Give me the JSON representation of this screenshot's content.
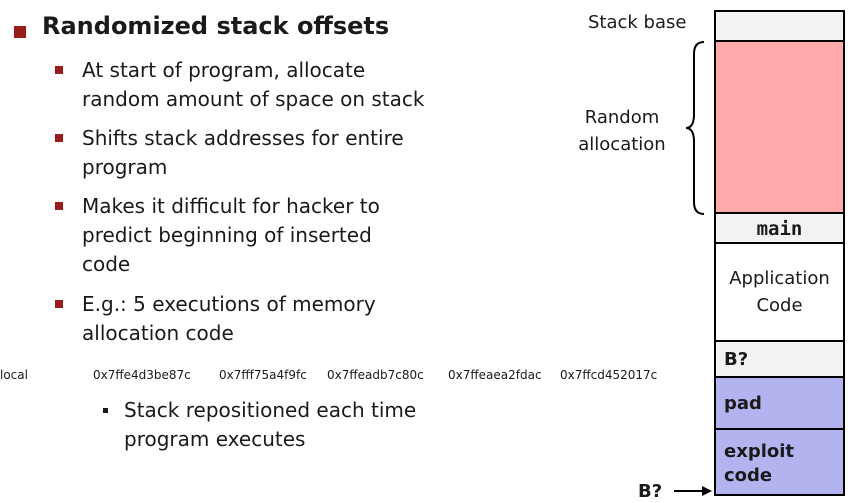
{
  "title": "Randomized stack offsets",
  "bullets": [
    {
      "lines": [
        "At start of program, allocate",
        "random amount of space on stack"
      ]
    },
    {
      "lines": [
        "Shifts stack addresses for entire",
        "program"
      ]
    },
    {
      "lines": [
        "Makes it difficult for hacker to",
        "predict beginning of inserted",
        "code"
      ]
    },
    {
      "lines": [
        "E.g.: 5 executions of memory",
        "allocation code"
      ]
    }
  ],
  "table": {
    "label": "local",
    "values": [
      "0x7ffe4d3be87c",
      "0x7fff75a4f9fc",
      "0x7ffeadb7c80c",
      "0x7ffeaea2fdac",
      "0x7ffcd452017c"
    ]
  },
  "sub_bullet": {
    "lines": [
      "Stack repositioned each time",
      "program executes"
    ]
  },
  "stack": {
    "base_label": "Stack base",
    "random_label": [
      "Random",
      "allocation"
    ],
    "main": "main",
    "app_code": [
      "Application",
      "Code"
    ],
    "b_cell": "B?",
    "pad": "pad",
    "exploit": [
      "exploit",
      "code"
    ],
    "b_arrow": "B?"
  },
  "colors": {
    "bullet": "#9b1b1b",
    "random_fill": "#ffaaaa",
    "exploit_fill": "#b3b3f0"
  }
}
